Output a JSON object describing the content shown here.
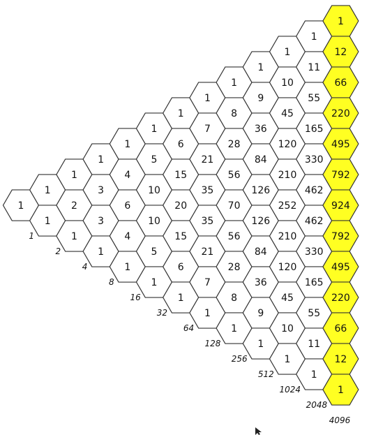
{
  "rows": [
    {
      "values": [
        "1"
      ],
      "sum": "1",
      "highlight": false
    },
    {
      "values": [
        "1",
        "1"
      ],
      "sum": "2",
      "highlight": false
    },
    {
      "values": [
        "1",
        "2",
        "1"
      ],
      "sum": "4",
      "highlight": false
    },
    {
      "values": [
        "1",
        "3",
        "3",
        "1"
      ],
      "sum": "8",
      "highlight": false
    },
    {
      "values": [
        "1",
        "4",
        "6",
        "4",
        "1"
      ],
      "sum": "16",
      "highlight": false
    },
    {
      "values": [
        "1",
        "5",
        "10",
        "10",
        "5",
        "1"
      ],
      "sum": "32",
      "highlight": false
    },
    {
      "values": [
        "1",
        "6",
        "15",
        "20",
        "15",
        "6",
        "1"
      ],
      "sum": "64",
      "highlight": false
    },
    {
      "values": [
        "1",
        "7",
        "21",
        "35",
        "35",
        "21",
        "7",
        "1"
      ],
      "sum": "128",
      "highlight": false
    },
    {
      "values": [
        "1",
        "8",
        "28",
        "56",
        "70",
        "56",
        "28",
        "8",
        "1"
      ],
      "sum": "256",
      "highlight": false
    },
    {
      "values": [
        "1",
        "9",
        "36",
        "84",
        "126",
        "126",
        "84",
        "36",
        "9",
        "1"
      ],
      "sum": "512",
      "highlight": false
    },
    {
      "values": [
        "1",
        "10",
        "45",
        "120",
        "210",
        "252",
        "210",
        "120",
        "45",
        "10",
        "1"
      ],
      "sum": "1024",
      "highlight": false
    },
    {
      "values": [
        "1",
        "11",
        "55",
        "165",
        "330",
        "462",
        "462",
        "330",
        "165",
        "55",
        "11",
        "1"
      ],
      "sum": "2048",
      "highlight": false
    },
    {
      "values": [
        "1",
        "12",
        "66",
        "220",
        "495",
        "792",
        "924",
        "792",
        "495",
        "220",
        "66",
        "12",
        "1"
      ],
      "sum": "4096",
      "highlight": true
    }
  ],
  "colors": {
    "highlight_fill": "#ffff22",
    "cell_fill": "#ffffff",
    "stroke": "#333333"
  },
  "icons": {
    "cursor": "mouse-pointer-icon"
  }
}
